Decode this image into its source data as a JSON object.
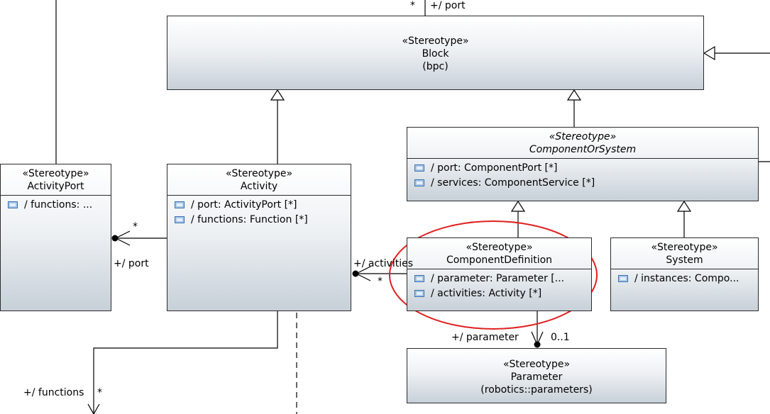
{
  "classes": {
    "block": {
      "stereotype": "«Stereotype»",
      "name": "Block",
      "sub": "(bpc)"
    },
    "activity_port": {
      "stereotype": "«Stereotype»",
      "name": "ActivityPort",
      "attrs": [
        "/ functions: ..."
      ]
    },
    "activity": {
      "stereotype": "«Stereotype»",
      "name": "Activity",
      "attrs": [
        "/ port: ActivityPort [*]",
        "/ functions: Function [*]"
      ]
    },
    "component_or_system": {
      "stereotype": "«Stereotype»",
      "name": "ComponentOrSystem",
      "attrs": [
        "/ port: ComponentPort [*]",
        "/ services: ComponentService [*]"
      ]
    },
    "component_definition": {
      "stereotype": "«Stereotype»",
      "name": "ComponentDefinition",
      "attrs": [
        "/ parameter: Parameter [...",
        "/ activities: Activity [*]"
      ]
    },
    "system": {
      "stereotype": "«Stereotype»",
      "name": "System",
      "attrs": [
        "/ instances: Compo..."
      ]
    },
    "parameter": {
      "stereotype": "«Stereotype»",
      "name": "Parameter",
      "sub": "(robotics::parameters)"
    }
  },
  "labels": {
    "top_star": "*",
    "top_port": "+/ port",
    "ap_star": "*",
    "ap_port": "+/ port",
    "activities": "+/ activities",
    "activities_star": "*",
    "parameter": "+/ parameter",
    "param_mult": "0..1",
    "functions": "+/ functions",
    "functions_star": "*"
  },
  "highlight_color": "#e02020",
  "attribute_icon": "property-icon"
}
